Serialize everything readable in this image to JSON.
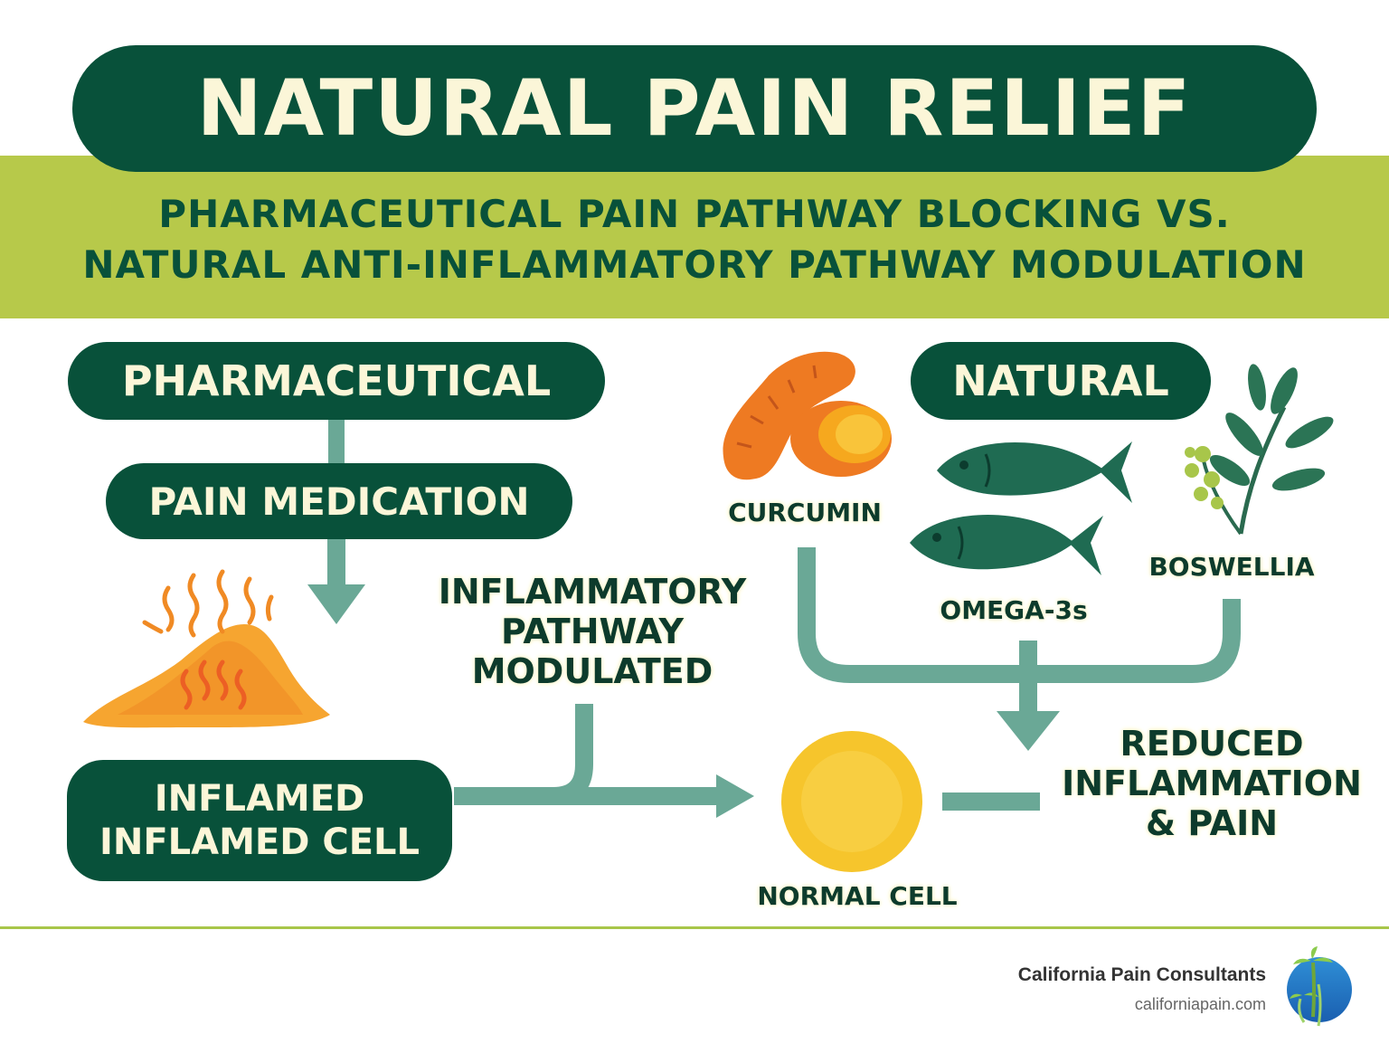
{
  "title": "NATURAL PAIN RELIEF",
  "subtitle_lines": [
    "PHARMACEUTICAL PAIN PATHWAY BLOCKING VS.",
    "NATURAL ANTI-INFLAMMATORY PATHWAY MODULATION"
  ],
  "left": {
    "header": "PHARMACEUTICAL",
    "medication": "PAIN MEDICATION",
    "inflamed_lines": [
      "INFLAMED",
      "INFLAMED CELL"
    ]
  },
  "middle": {
    "modulated_lines": [
      "INFLAMMATORY",
      "PATHWAY",
      "MODULATED"
    ]
  },
  "right": {
    "header": "NATURAL",
    "curcumin": "CURCUMIN",
    "omega": "OMEGA-3s",
    "boswellia": "BOSWELLIA",
    "result_lines": [
      "REDUCED",
      "INFLAMMATION",
      "& PAIN"
    ],
    "normal_cell": "NORMAL CELL"
  },
  "footer": {
    "brand": "California Pain Consultants",
    "url": "californiapain.com"
  },
  "colors": {
    "dark_green": "#08513a",
    "lime": "#b7c94a",
    "arrow_teal": "#6aa896",
    "cream": "#fbf6d8",
    "orange": "#f08a24",
    "yellow": "#f6c52c"
  },
  "icons": [
    "turmeric-icon",
    "fish-icon",
    "boswellia-leaf-icon",
    "inflamed-tissue-icon",
    "normal-cell-icon",
    "palm-tree-logo-icon"
  ]
}
